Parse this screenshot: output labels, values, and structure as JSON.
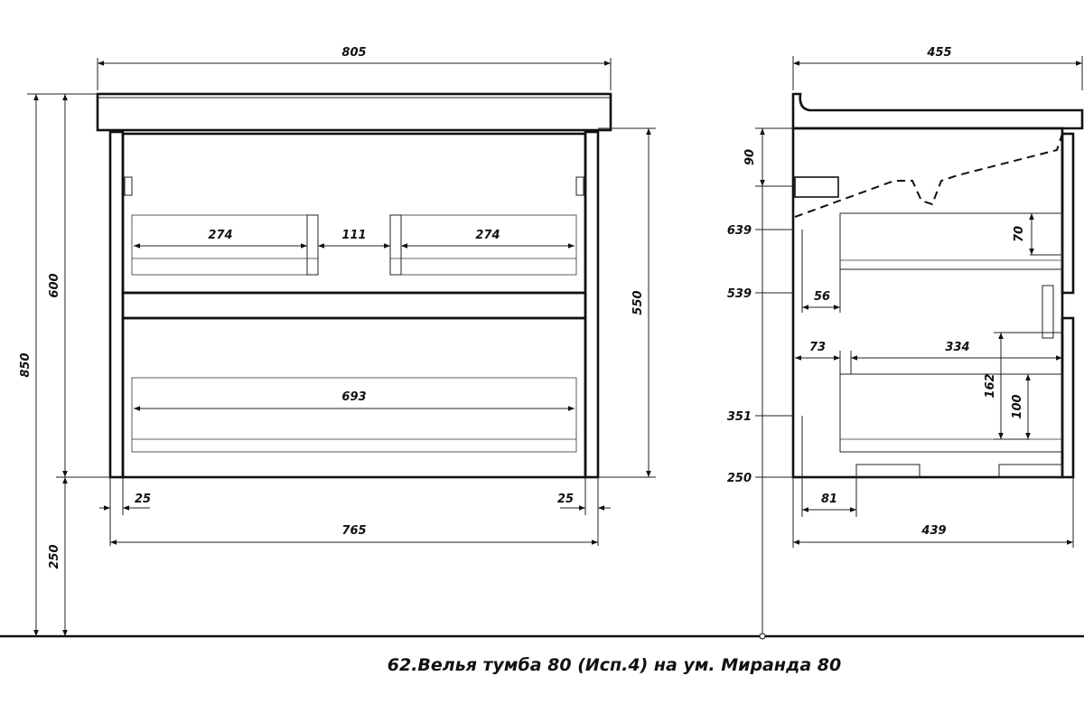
{
  "front_view": {
    "top_width": "805",
    "total_height": "850",
    "body_height": "600",
    "legs_height": "250",
    "drawer_depth": "550",
    "upper_left_width": "274",
    "upper_middle_gap": "111",
    "upper_right_width": "274",
    "lower_inner_width": "693",
    "left_offset": "25",
    "right_offset": "25",
    "body_width": "765"
  },
  "side_view": {
    "top_depth": "455",
    "siphon_height": "90",
    "level_639": "639",
    "level_539": "539",
    "level_351": "351",
    "level_250": "250",
    "upper_drawer_height": "70",
    "upper_setback": "56",
    "lower_setback": "73",
    "lower_drawer_depth": "334",
    "lower_front_height": "162",
    "lower_drawer_height": "100",
    "bottom_setback": "81",
    "body_depth": "439"
  },
  "caption": "62.Велья тумба 80 (Исп.4) на ум. Миранда 80"
}
